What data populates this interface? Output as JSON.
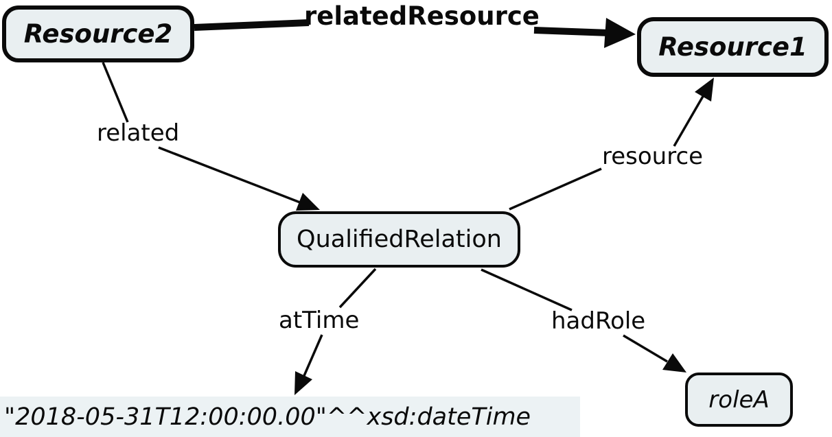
{
  "diagram": {
    "type": "ontology-graph",
    "colors": {
      "background": "#ffffff",
      "node_fill": "#e9eff1",
      "literal_fill": "#ecf2f4",
      "stroke": "#0a0a0a"
    },
    "nodes": [
      {
        "id": "Resource2",
        "label": "Resource2",
        "style": "class-emphasis"
      },
      {
        "id": "Resource1",
        "label": "Resource1",
        "style": "class-emphasis"
      },
      {
        "id": "QualifiedRelation",
        "label": "QualifiedRelation",
        "style": "class"
      },
      {
        "id": "roleA",
        "label": "roleA",
        "style": "instance"
      },
      {
        "id": "dateTimeLiteral",
        "label": "\"2018-05-31T12:00:00.00\"^^xsd:dateTime",
        "style": "literal"
      }
    ],
    "edges": [
      {
        "label": "relatedResource",
        "from": "Resource2",
        "to": "Resource1",
        "emphasis": true
      },
      {
        "label": "related",
        "from": "Resource2",
        "to": "QualifiedRelation",
        "emphasis": false
      },
      {
        "label": "resource",
        "from": "QualifiedRelation",
        "to": "Resource1",
        "emphasis": false
      },
      {
        "label": "atTime",
        "from": "QualifiedRelation",
        "to": "dateTimeLiteral",
        "emphasis": false
      },
      {
        "label": "hadRole",
        "from": "QualifiedRelation",
        "to": "roleA",
        "emphasis": false
      }
    ]
  }
}
